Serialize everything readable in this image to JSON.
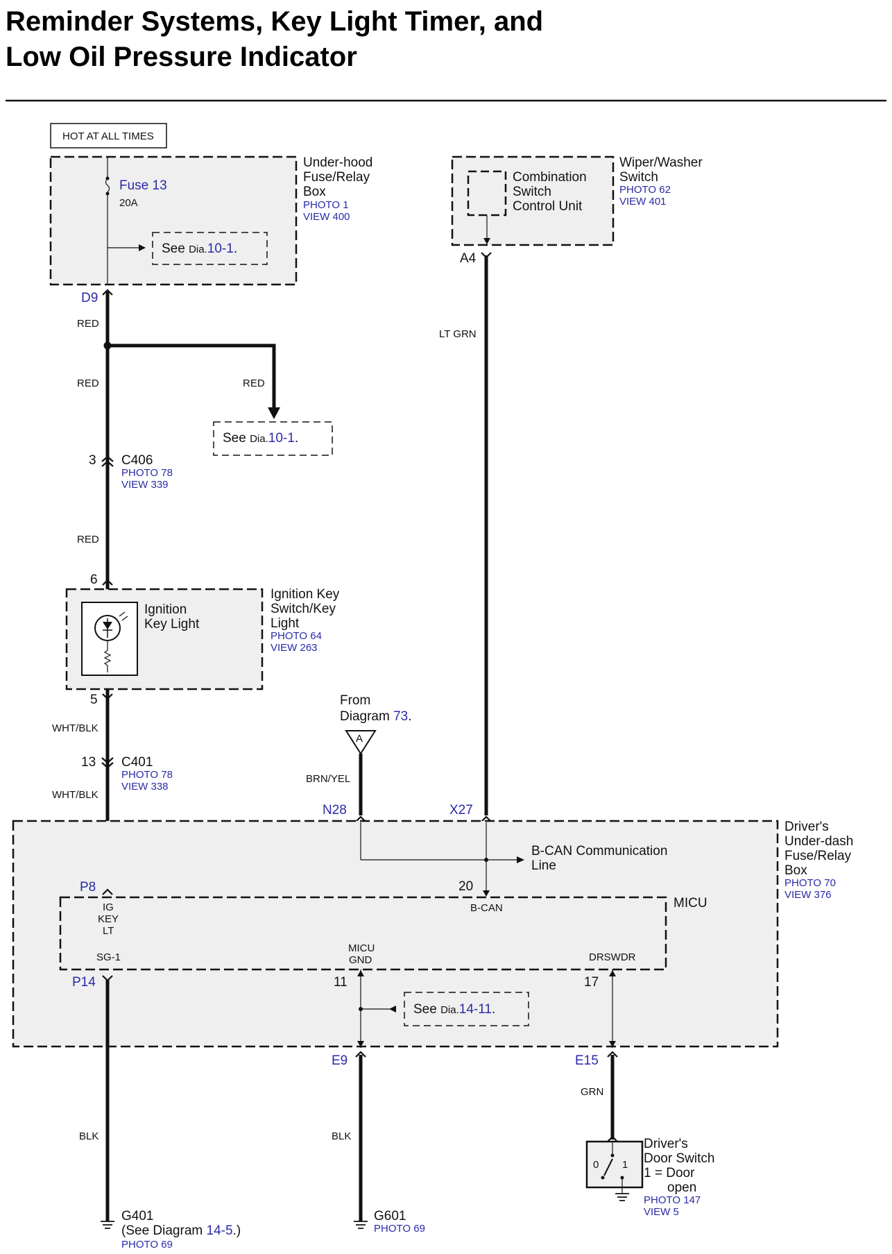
{
  "title_line1": "Reminder Systems, Key Light Timer, and",
  "title_line2": "Low Oil Pressure Indicator",
  "hot_at_all_times": "HOT AT ALL TIMES",
  "underhood": {
    "name1": "Under-hood",
    "name2": "Fuse/Relay",
    "name3": "Box",
    "photo": "PHOTO 1",
    "view": "VIEW 400",
    "fuse_label": "Fuse",
    "fuse_num": "13",
    "fuse_rating": "20A",
    "see_text": "See",
    "see_dia": "Dia.",
    "see_num": "10-1",
    "see_dot": "."
  },
  "pin_d9": "D9",
  "wire_red1": "RED",
  "wire_red2": "RED",
  "wire_red3": "RED",
  "wire_red4": "RED",
  "see2": {
    "see_text": "See",
    "see_dia": "Dia.",
    "see_num": "10-1",
    "see_dot": "."
  },
  "c406": {
    "pin": "3",
    "name": "C406",
    "photo": "PHOTO 78",
    "view": "VIEW 339"
  },
  "ignition": {
    "pin_top": "6",
    "pin_bot": "5",
    "inner1": "Ignition",
    "inner2": "Key Light",
    "name1": "Ignition Key",
    "name2": "Switch/Key",
    "name3": "Light",
    "photo": "PHOTO 64",
    "view": "VIEW 263"
  },
  "wire_whtblk1": "WHT/BLK",
  "wire_whtblk2": "WHT/BLK",
  "c401": {
    "pin": "13",
    "name": "C401",
    "photo": "PHOTO 78",
    "view": "VIEW 338"
  },
  "wiper": {
    "inner1": "Combination",
    "inner2": "Switch",
    "inner3": "Control Unit",
    "name1": "Wiper/Washer",
    "name2": "Switch",
    "photo": "PHOTO 62",
    "view": "VIEW 401",
    "pin": "A4"
  },
  "wire_ltgrn": "LT GRN",
  "from": {
    "line1": "From",
    "line2": "Diagram",
    "num": "73",
    "dot": ".",
    "flag": "A"
  },
  "wire_brnyel": "BRN/YEL",
  "pin_n28": "N28",
  "pin_x27": "X27",
  "driverbox": {
    "name1": "Driver's",
    "name2": "Under-dash",
    "name3": "Fuse/Relay",
    "name4": "Box",
    "photo": "PHOTO 70",
    "view": "VIEW 376"
  },
  "bcan": {
    "line1": "B-CAN Communication",
    "line2": "Line",
    "pin": "20",
    "term": "B-CAN"
  },
  "micu": {
    "name": "MICU",
    "igkeylt1": "IG",
    "igkeylt2": "KEY",
    "igkeylt3": "LT",
    "sg1": "SG-1",
    "gnd1": "MICU",
    "gnd2": "GND",
    "drswdr": "DRSWDR"
  },
  "pin_p8": "P8",
  "pin_p14": "P14",
  "pin_11": "11",
  "pin_17": "17",
  "see3": {
    "see_text": "See",
    "see_dia": "Dia.",
    "see_num": "14-11",
    "see_dot": "."
  },
  "pin_e9": "E9",
  "pin_e15": "E15",
  "wire_grn": "GRN",
  "wire_blk1": "BLK",
  "wire_blk2": "BLK",
  "doorswitch": {
    "name1": "Driver's",
    "name2": "Door Switch",
    "name3": "1 = Door",
    "name4": "open",
    "photo": "PHOTO 147",
    "view": "VIEW 5",
    "pos0": "0",
    "pos1": "1"
  },
  "g401": {
    "name": "G401",
    "see_open": "(See",
    "see_dia": "Diagram",
    "see_num": "14-5",
    "see_close": ".)",
    "photo": "PHOTO 69"
  },
  "g601": {
    "name": "G601",
    "photo": "PHOTO 69"
  }
}
